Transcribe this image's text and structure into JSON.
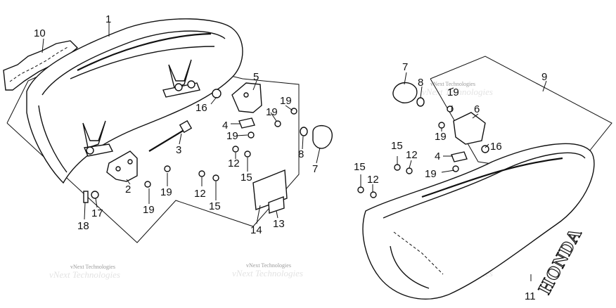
{
  "diagram": {
    "callouts": [
      "1",
      "2",
      "3",
      "4",
      "5",
      "6",
      "7",
      "8",
      "9",
      "10",
      "11",
      "12",
      "13",
      "14",
      "15",
      "16",
      "17",
      "18",
      "19"
    ],
    "watermark": "vNext Technologies",
    "emblem_text": "HONDA"
  }
}
